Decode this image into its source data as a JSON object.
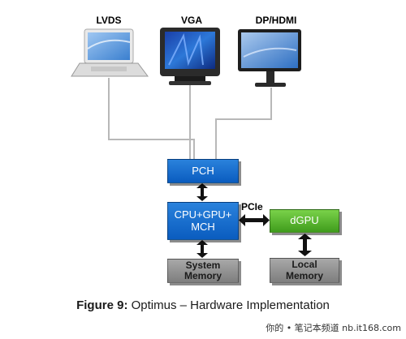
{
  "devices": {
    "lvds_label": "LVDS",
    "vga_label": "VGA",
    "dp_label": "DP/HDMI"
  },
  "blocks": {
    "pch": "PCH",
    "cpu_line1": "CPU+GPU+",
    "cpu_line2": "MCH",
    "dgpu": "dGPU",
    "sysmem_line1": "System",
    "sysmem_line2": "Memory",
    "localmem_line1": "Local",
    "localmem_line2": "Memory",
    "pcie": "PCIe"
  },
  "caption": {
    "figure": "Figure 9:",
    "text": "Optimus – Hardware Implementation"
  },
  "watermark": "你的 • 笔记本频道  nb.it168.com",
  "colors": {
    "blue": "#0a5cbf",
    "green": "#3f9c1c",
    "gray": "#7e7e7e",
    "line": "#b8b8b8"
  }
}
